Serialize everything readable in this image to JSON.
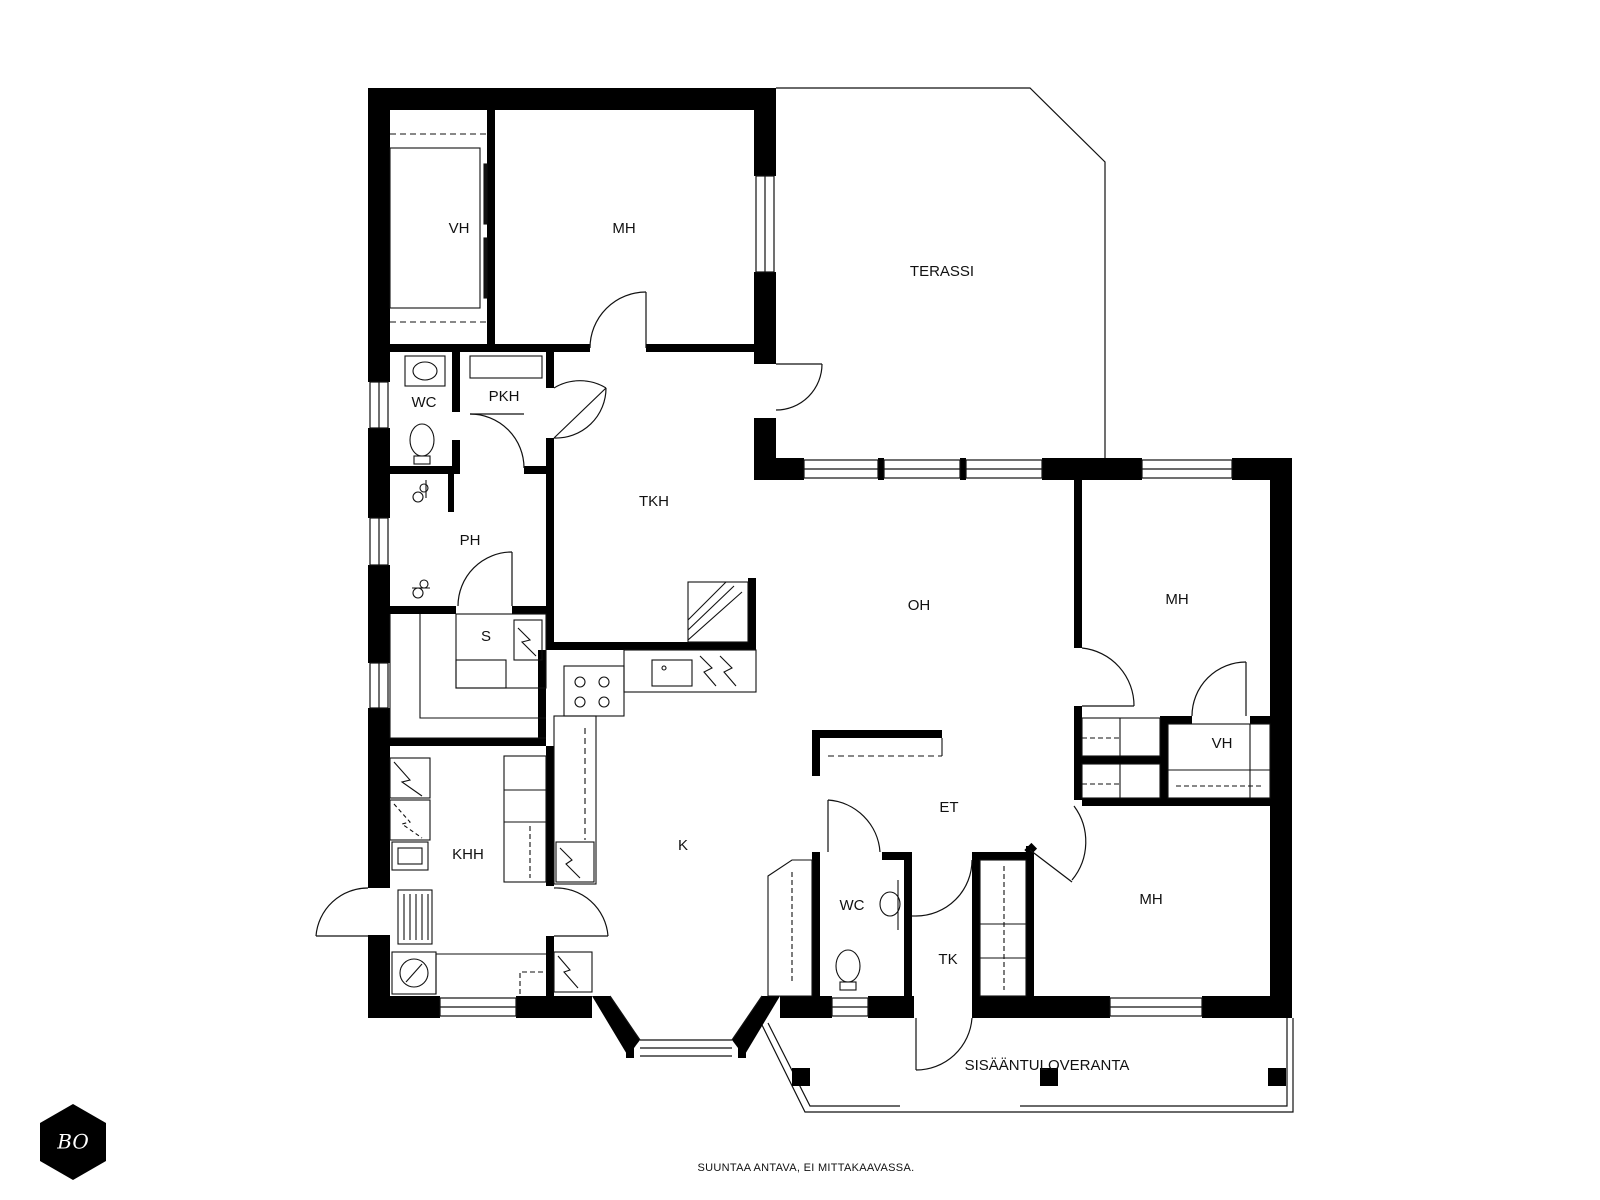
{
  "rooms": {
    "vh_top": "VH",
    "mh_top": "MH",
    "terassi": "TERASSI",
    "wc_top": "WC",
    "pkh": "PKH",
    "tkh": "TKH",
    "ph": "PH",
    "s": "S",
    "oh": "OH",
    "mh_right": "MH",
    "vh_right": "VH",
    "et": "ET",
    "khh": "KHH",
    "k": "K",
    "wc_bottom": "WC",
    "mh_bottom": "MH",
    "tk": "TK",
    "sisaantuloveranta": "SISÄÄNTULOVERANTA"
  },
  "footer": {
    "note": "SUUNTAA ANTAVA, EI MITTAKAAVASSA."
  },
  "logo": {
    "text": "BO",
    "icon": "hexagon-logo-icon"
  },
  "colors": {
    "wall": "#000000",
    "line": "#111111",
    "background": "#ffffff"
  }
}
